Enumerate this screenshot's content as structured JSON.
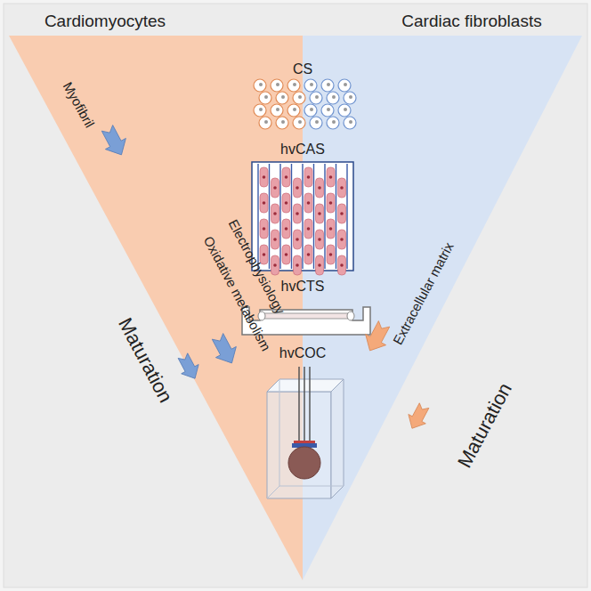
{
  "diagram": {
    "labels": [
      "Cardiomyocytes",
      "Cardiac fibroblasts",
      "CS",
      "hvCAS",
      "hvCTS",
      "hvCOC",
      "Myofibril",
      "Electrophysiology",
      "Oxidative metabolism",
      "Maturation",
      "Extracellular matrix",
      "Maturation"
    ]
  }
}
